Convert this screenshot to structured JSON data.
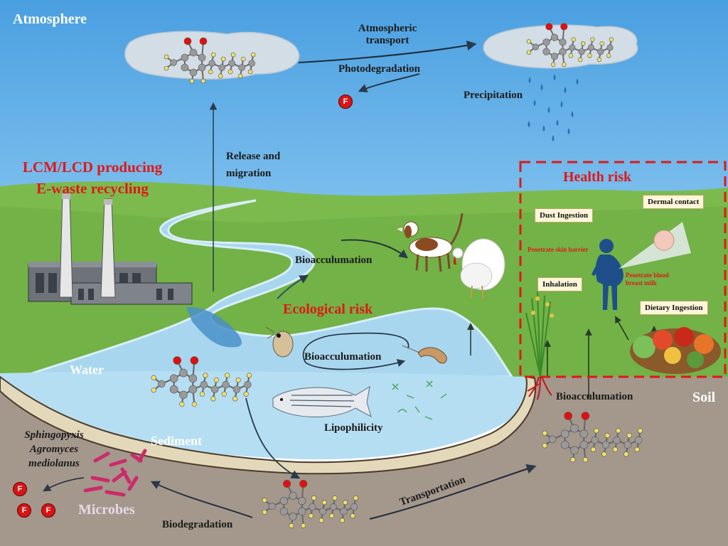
{
  "labels": {
    "atmosphere": "Atmosphere",
    "atmospheric_transport_line1": "Atmospheric",
    "atmospheric_transport_line2": "transport",
    "photodegradation": "Photodegradation",
    "precipitation": "Precipitation",
    "release_line1": "Release and",
    "release_line2": "migration",
    "source_line1": "LCM/LCD producing",
    "source_line2": "E-waste recycling",
    "health_risk": "Health risk",
    "bioaccumulation_upper": "Bioacculumation",
    "ecological_risk": "Ecological risk",
    "bioaccumulation_water": "Bioacculumation",
    "water": "Water",
    "lipophilicity": "Lipophilicity",
    "sediment": "Sediment",
    "bioaccumulation_soil": "Bioacculumation",
    "soil": "Soil",
    "microbe_line1": "Sphingopyxis",
    "microbe_line2": "Agromyces",
    "microbe_line3": "mediolanus",
    "microbes": "Microbes",
    "biodegradation": "Biodegradation",
    "transportation": "Transportation",
    "fluoride": "F"
  },
  "health": {
    "dust_ingestion": "Dust Ingestion",
    "dermal_contact": "Dermal contact",
    "penetrate_skin": "Penetrate skin barrier",
    "inhalation": "Inhalation",
    "penetrate_blood_line1": "Penetrate blood",
    "penetrate_blood_line2": "breast milk",
    "dietary_ingestion": "Dietary Ingestion"
  },
  "colors": {
    "sky": "#5aa8e6",
    "grass": "#7cba4e",
    "water": "#a8d6ee",
    "soil": "#a4978c",
    "sediment": "#e3d8ba",
    "red_text": "#e01818",
    "health_border": "#e01818"
  }
}
